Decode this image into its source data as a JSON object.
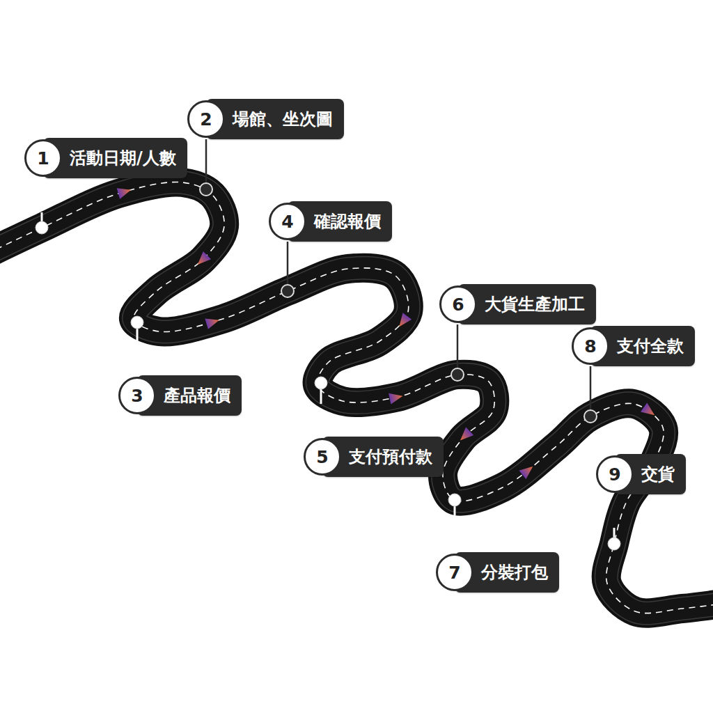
{
  "diagram": {
    "nodes": [
      {
        "text": [
          "活動日期/人數"
        ]
      },
      {
        "text": [
          "1"
        ],
        "in": 0
      },
      {
        "text": [
          "場館、坐次圖"
        ]
      },
      {
        "text": [
          "2"
        ],
        "in": 2
      },
      {
        "text": [
          "產品報價"
        ]
      },
      {
        "text": [
          "3"
        ],
        "in": 4
      },
      {
        "text": [
          "確認報價"
        ]
      },
      {
        "text": [
          "4"
        ],
        "in": 6
      },
      {
        "text": [
          "支付預付款"
        ]
      },
      {
        "text": [
          "5"
        ],
        "in": 8
      },
      {
        "text": [
          "大貨生產加工"
        ]
      },
      {
        "text": [
          "6"
        ],
        "in": 10
      },
      {
        "text": [
          "分裝打包"
        ]
      },
      {
        "text": [
          "7"
        ],
        "in": 12
      },
      {
        "text": [
          "支付全款"
        ]
      },
      {
        "text": [
          "8"
        ],
        "in": 14
      },
      {
        "text": [
          "交貨"
        ]
      },
      {
        "text": [
          "9"
        ],
        "in": 16
      }
    ]
  }
}
